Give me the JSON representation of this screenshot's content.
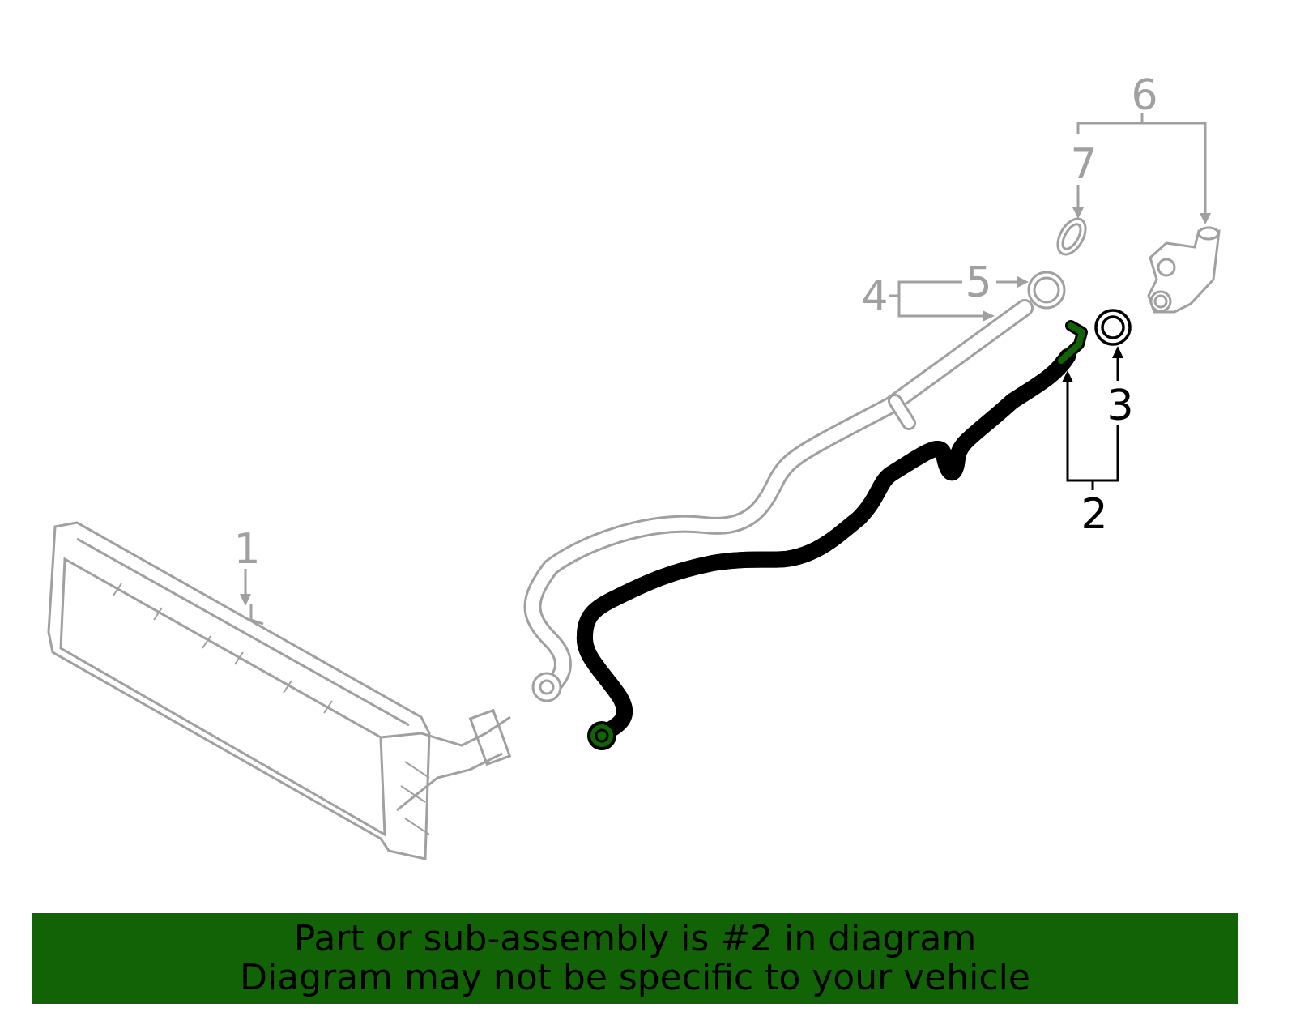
{
  "diagram": {
    "callouts": [
      {
        "id": "1",
        "highlight": false
      },
      {
        "id": "2",
        "highlight": true
      },
      {
        "id": "3",
        "highlight": true
      },
      {
        "id": "4",
        "highlight": false
      },
      {
        "id": "5",
        "highlight": false
      },
      {
        "id": "6",
        "highlight": false
      },
      {
        "id": "7",
        "highlight": false
      }
    ],
    "colors": {
      "highlight": "#116306",
      "outline": "#000000",
      "context": "#a0a0a0"
    }
  },
  "banner": {
    "line1": "Part or sub-assembly is #2 in diagram",
    "line2": "Diagram may not be specific to your vehicle"
  }
}
